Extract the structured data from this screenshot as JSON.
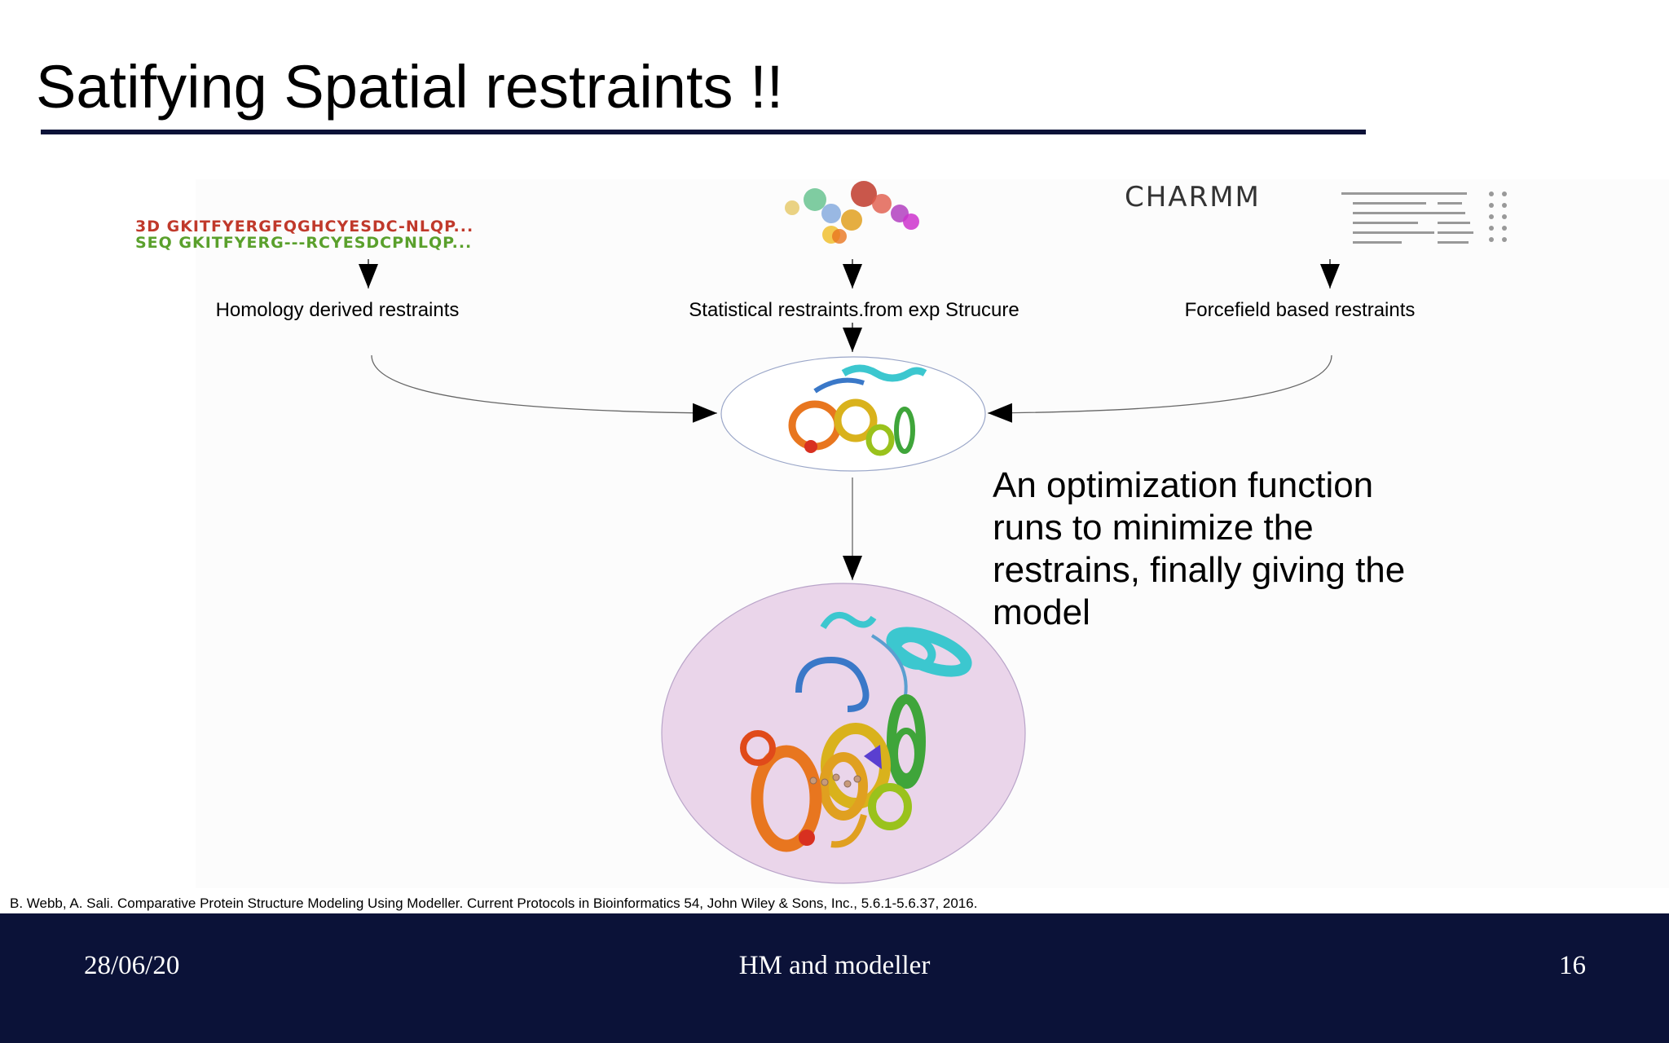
{
  "slide": {
    "title": "Satifying Spatial restraints !!",
    "alignment": {
      "line_3d": "3D  GKITFYERGFQGHCYESDC-NLQP...",
      "line_seq": "SEQ GKITFYERG---RCYESDCPNLQP..."
    },
    "charmm_label": "CHARMM",
    "labels": {
      "homology": "Homology derived restraints",
      "statistical": "Statistical restraints.from exp Strucure",
      "forcefield": "Forcefield based restraints"
    },
    "explanation": "An optimization function runs to minimize the restrains, finally giving the model",
    "reference": "B. Webb, A. Sali. Comparative Protein Structure Modeling Using Modeller. Current Protocols in Bioinformatics 54, John Wiley & Sons, Inc., 5.6.1-5.6.37, 2016.",
    "colors": {
      "accent": "#0b1238",
      "model_circle": "#ead5ea",
      "helix_cyan": "#3cc7cf",
      "helix_green": "#3fa53a",
      "helix_orange": "#e8761f",
      "helix_yellow": "#d9b21c"
    }
  },
  "footer": {
    "date": "28/06/20",
    "center": "HM and modeller",
    "page": "16"
  }
}
